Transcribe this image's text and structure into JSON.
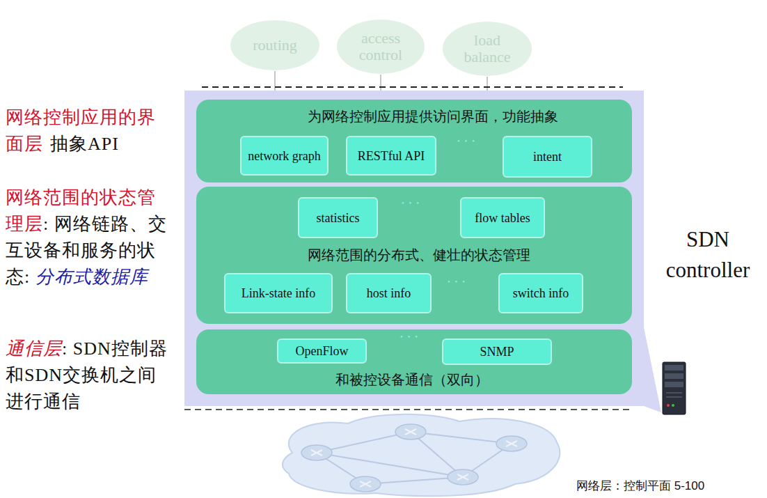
{
  "diagram": {
    "nodes": [
      {
        "text": [
          "routing"
        ]
      },
      {
        "text": [
          "access control"
        ]
      },
      {
        "text": [
          "load balance"
        ]
      },
      {
        "text": [
          "SDN controller"
        ]
      },
      {
        "text": [
          "为网络控制应用提供访问界面，功能抽象"
        ],
        "in": 3
      },
      {
        "text": [
          "network graph"
        ],
        "in": 4
      },
      {
        "text": [
          "RESTful API"
        ],
        "in": 4
      },
      {
        "text": [
          "intent"
        ],
        "in": 4
      },
      {
        "text": [
          "网络范围的分布式、健壮的状态管理"
        ],
        "in": 3
      },
      {
        "text": [
          "statistics"
        ],
        "in": 8
      },
      {
        "text": [
          "flow tables"
        ],
        "in": 8
      },
      {
        "text": [
          "Link-state info"
        ],
        "in": 8
      },
      {
        "text": [
          "host info"
        ],
        "in": 8
      },
      {
        "text": [
          "switch info"
        ],
        "in": 8
      },
      {
        "text": [
          "和被控设备通信（双向）"
        ],
        "in": 3
      },
      {
        "text": [
          "OpenFlow"
        ],
        "in": 14
      },
      {
        "text": [
          "SNMP"
        ],
        "in": 14
      }
    ],
    "edges": [
      {
        "from": 0,
        "to": 4,
        "arrow": "none"
      },
      {
        "from": 1,
        "to": 4,
        "arrow": "none"
      },
      {
        "from": 2,
        "to": 4,
        "arrow": "none"
      }
    ],
    "labels": [
      "网络控制应用的界面层",
      "抽象API",
      "网络范围的状态管理层",
      ": 网络链路、交互设备和服务的状态:",
      "分布式数据库",
      "通信层",
      ": SDN控制器和SDN交换机之间进行通信",
      "• • •",
      "• • •",
      "• • •",
      "• • •",
      "网络层：控制平面 5-100"
    ]
  }
}
